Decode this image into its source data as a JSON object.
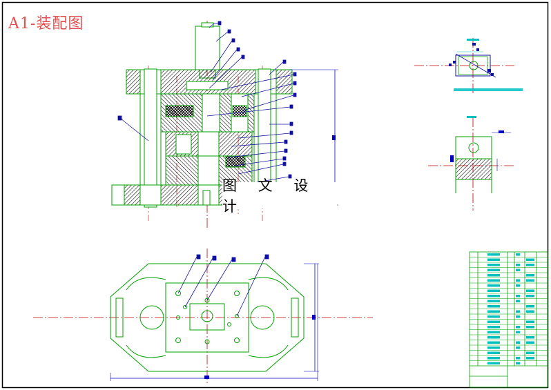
{
  "drawing": {
    "title": "A1-装配图",
    "watermark": "图 文 设 计"
  },
  "colors": {
    "outline": "#00a000",
    "centerline": "#c00000",
    "leader": "#1010a0",
    "dimension": "#0000c0",
    "annotation": "#00c0c0",
    "hatch": "#000000",
    "title": "#e05050",
    "border": "#000000"
  },
  "views": [
    "front-section-view",
    "top-plan-view",
    "part-detail-top",
    "part-detail-section",
    "bill-of-materials"
  ]
}
